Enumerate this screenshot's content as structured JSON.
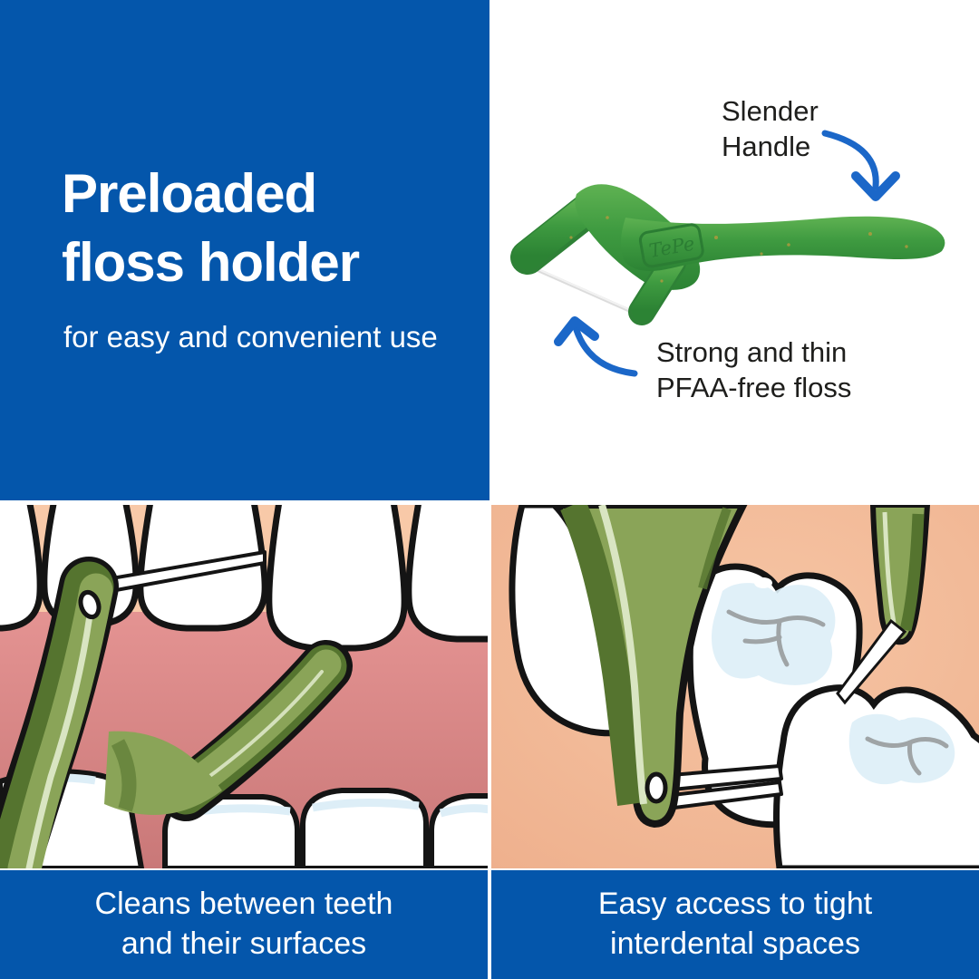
{
  "intro": {
    "title_line1": "Preloaded",
    "title_line2": "floss holder",
    "subtitle": "for easy and convenient use"
  },
  "product": {
    "brand_emboss": "TePe",
    "callout_handle": {
      "line1": "Slender",
      "line2": "Handle"
    },
    "callout_floss": {
      "line1": "Strong and thin",
      "line2": "PFAA-free floss"
    }
  },
  "captions": {
    "left": {
      "line1": "Cleans between teeth",
      "line2": "and their surfaces"
    },
    "right": {
      "line1": "Easy access to tight",
      "line2": "interdental spaces"
    }
  },
  "colors": {
    "brand_blue": "#0456AB",
    "arrow_blue": "#1B67C8",
    "product_green": "#3E9A40",
    "illustration_green": "#8AA458",
    "illustration_green_dark": "#55742F",
    "illustration_green_highlight": "#D9E5C2",
    "gum_pink": "#DD8C8C",
    "skin_peach": "#F5C0A0",
    "tooth_white": "#FFFFFF",
    "tooth_tint_blue": "#DDEEF7",
    "outline_black": "#141414",
    "text_dark": "#1E1E1C",
    "text_white": "#FFFFFF"
  }
}
